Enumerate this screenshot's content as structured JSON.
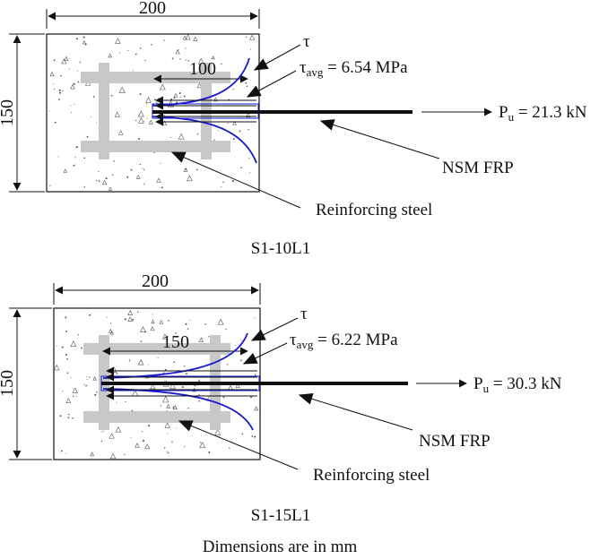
{
  "specimens": [
    {
      "width_label": "200",
      "height_label": "150",
      "bond_length_label": "100",
      "tau_label": "τ",
      "tau_avg_symbol": "τ",
      "tau_avg_sub": "avg",
      "tau_avg_value": " = 6.54 MPa",
      "pu_symbol": "P",
      "pu_sub": "u",
      "pu_value": " = 21.3 kN",
      "frp_label": "NSM FRP",
      "steel_label": "Reinforcing steel",
      "caption": "S1-10L1"
    },
    {
      "width_label": "200",
      "height_label": "150",
      "bond_length_label": "150",
      "tau_label": "τ",
      "tau_avg_symbol": "τ",
      "tau_avg_sub": "avg",
      "tau_avg_value": " = 6.22 MPa",
      "pu_symbol": "P",
      "pu_sub": "u",
      "pu_value": "  = 30.3 kN",
      "frp_label": "NSM FRP",
      "steel_label": "Reinforcing steel",
      "caption": "S1-15L1"
    }
  ],
  "footer_note": "Dimensions are in mm",
  "colors": {
    "line": "#111111",
    "steel": "#c8c8c8",
    "stress_curve": "#1a1ad0",
    "concrete_speckle": "#555555"
  }
}
